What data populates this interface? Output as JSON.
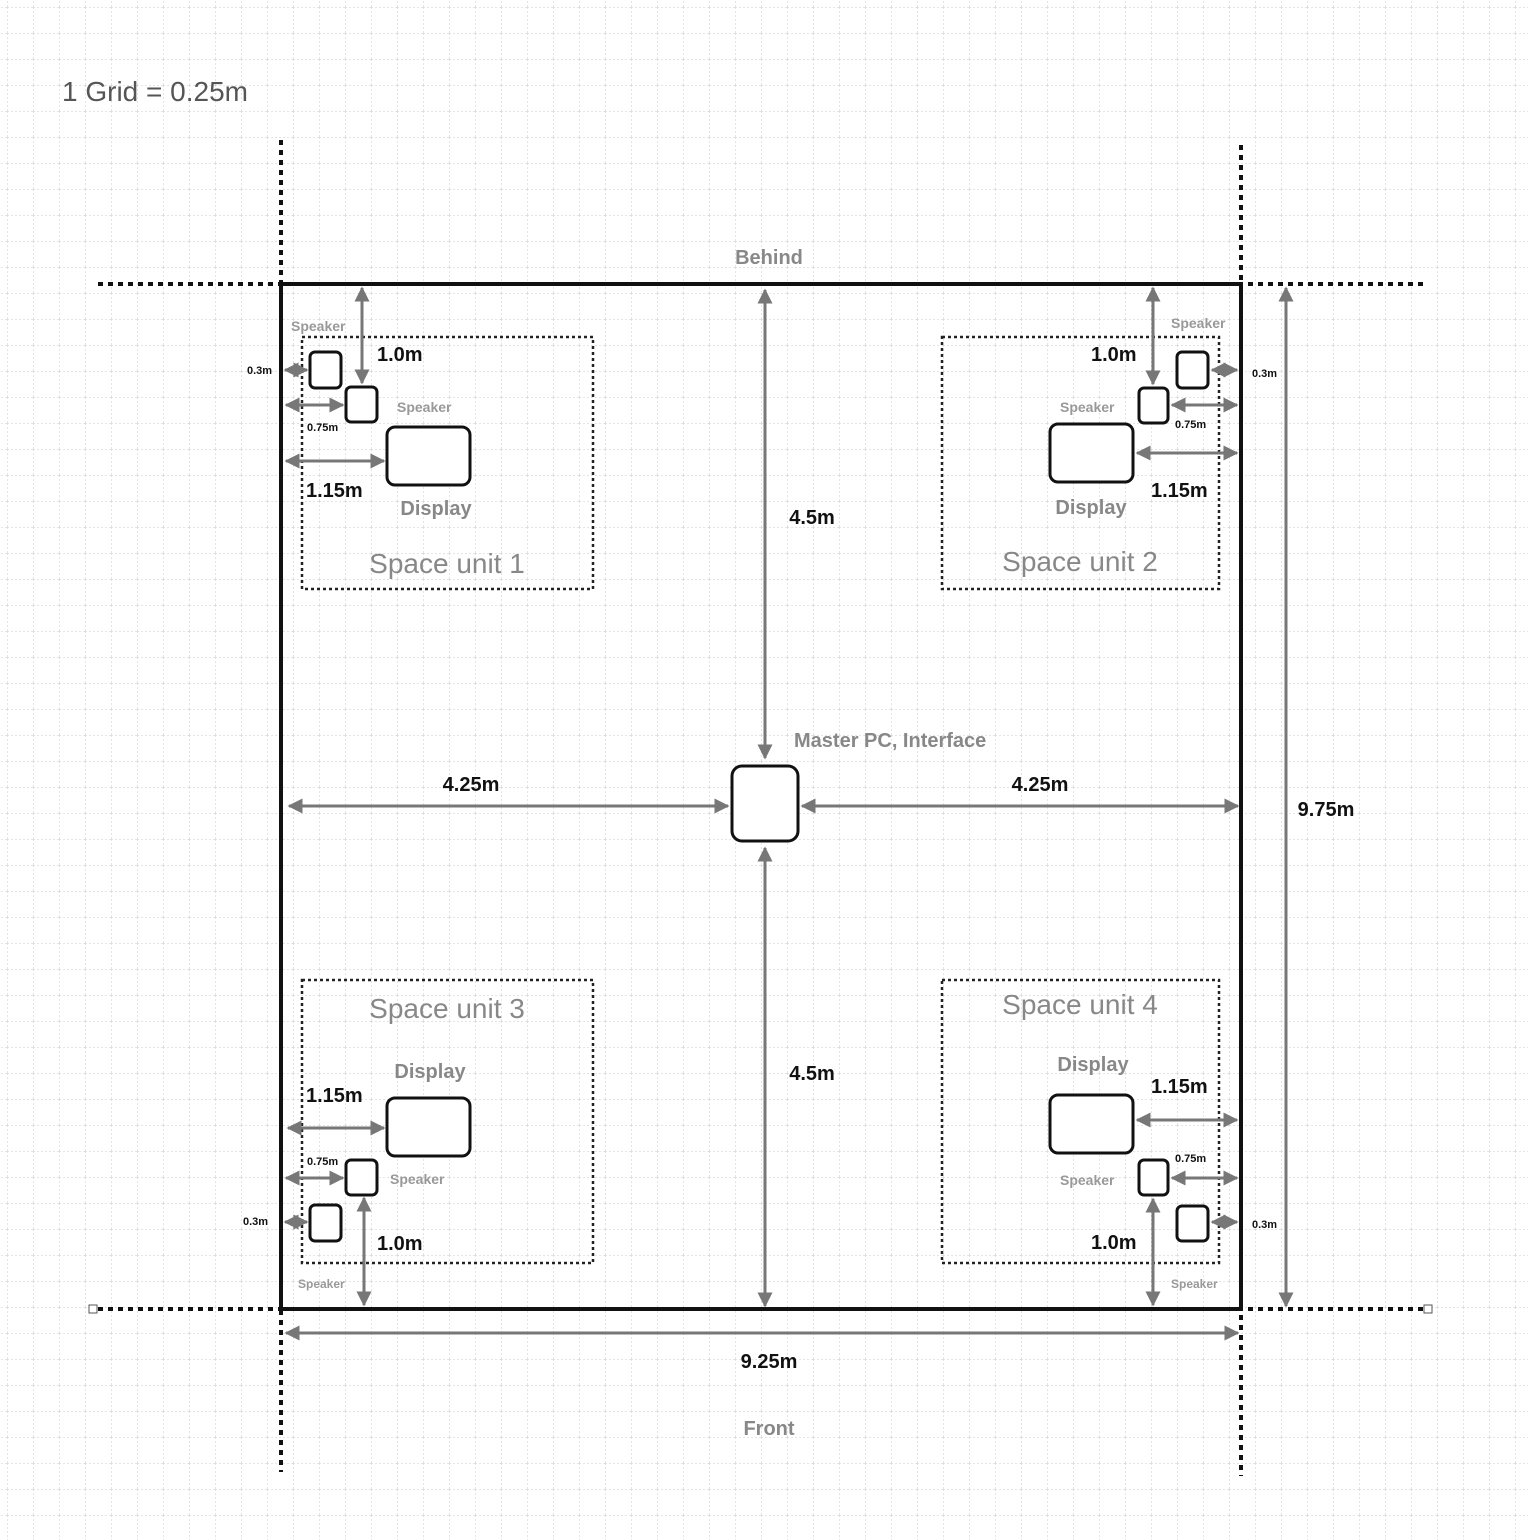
{
  "scale_note": "1 Grid = 0.25m",
  "sides": {
    "behind": "Behind",
    "front": "Front"
  },
  "master": {
    "label": "Master PC, Interface"
  },
  "dimensions": {
    "to_master_top": "4.5m",
    "to_master_bottom": "4.5m",
    "to_master_left": "4.25m",
    "to_master_right": "4.25m",
    "room_depth": "9.75m",
    "room_width": "9.25m"
  },
  "units": [
    {
      "title": "Space unit 1",
      "display": "Display",
      "speaker_a": "Speaker",
      "speaker_b": "Speaker",
      "d_depth": "1.0m",
      "d_speaker_a": "0.3m",
      "d_speaker_b": "0.75m",
      "d_display": "1.15m"
    },
    {
      "title": "Space unit 2",
      "display": "Display",
      "speaker_a": "Speaker",
      "speaker_b": "Speaker",
      "d_depth": "1.0m",
      "d_speaker_a": "0.3m",
      "d_speaker_b": "0.75m",
      "d_display": "1.15m"
    },
    {
      "title": "Space unit 3",
      "display": "Display",
      "speaker_a": "Speaker",
      "speaker_b": "Speaker",
      "d_depth": "1.0m",
      "d_speaker_a": "0.3m",
      "d_speaker_b": "0.75m",
      "d_display": "1.15m"
    },
    {
      "title": "Space unit 4",
      "display": "Display",
      "speaker_a": "Speaker",
      "speaker_b": "Speaker",
      "d_depth": "1.0m",
      "d_speaker_a": "0.3m",
      "d_speaker_b": "0.75m",
      "d_display": "1.15m"
    }
  ]
}
